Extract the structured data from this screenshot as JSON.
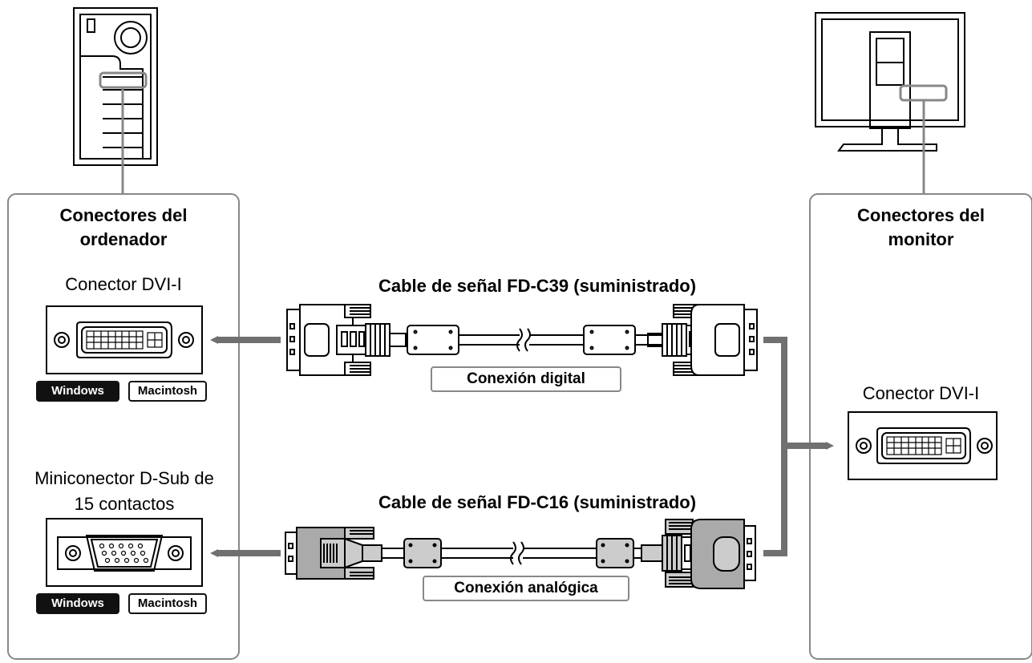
{
  "computer_panel": {
    "title_line1": "Conectores del",
    "title_line2": "ordenador",
    "dvi_label": "Conector DVI-I",
    "dsub_label_line1": "Miniconector D-Sub de",
    "dsub_label_line2": "15 contactos",
    "badge_windows": "Windows",
    "badge_macintosh": "Macintosh"
  },
  "monitor_panel": {
    "title_line1": "Conectores del",
    "title_line2": "monitor",
    "dvi_label": "Conector DVI-I"
  },
  "cables": {
    "digital_cable_title": "Cable de señal FD-C39 (suministrado)",
    "digital_connection": "Conexión digital",
    "analog_cable_title": "Cable de señal FD-C16 (suministrado)",
    "analog_connection": "Conexión analógica"
  },
  "colors": {
    "arrow": "#707070",
    "panel_border": "#888888",
    "line": "#000000"
  }
}
